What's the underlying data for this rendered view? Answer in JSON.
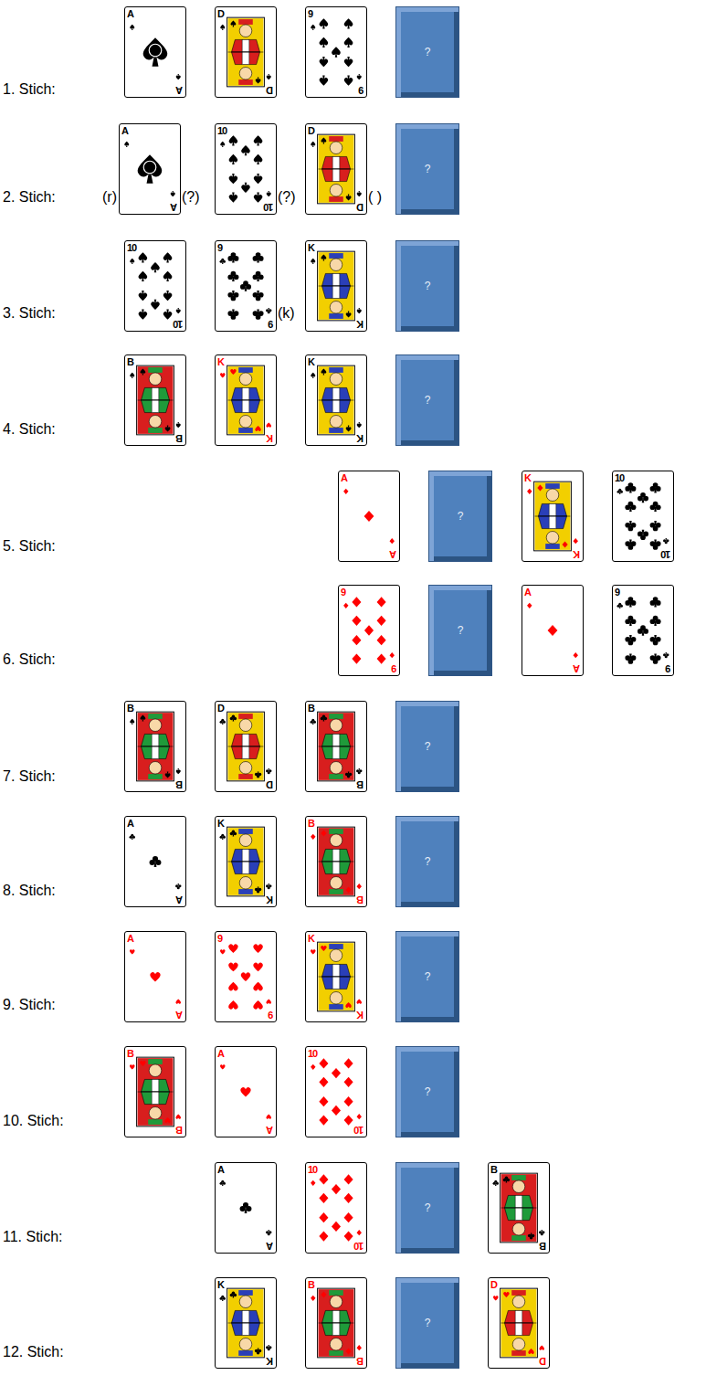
{
  "diagram": {
    "nodes": [
      {
        "text": [
          "A",
          "A"
        ]
      },
      {
        "text": [
          "D",
          "D"
        ]
      },
      {
        "text": [
          "9",
          "9"
        ]
      },
      {
        "text": [
          "?"
        ]
      },
      {
        "text": [
          "A",
          "A"
        ]
      },
      {
        "text": [
          "10",
          "10"
        ]
      },
      {
        "text": [
          "D",
          "D"
        ]
      },
      {
        "text": [
          "?"
        ]
      },
      {
        "text": [
          "10",
          "10"
        ]
      },
      {
        "text": [
          "9",
          "9"
        ]
      },
      {
        "text": [
          "K",
          "K"
        ]
      },
      {
        "text": [
          "?"
        ]
      },
      {
        "text": [
          "B",
          "B"
        ]
      },
      {
        "text": [
          "K",
          "K"
        ]
      },
      {
        "text": [
          "K",
          "K"
        ]
      },
      {
        "text": [
          "?"
        ]
      },
      {
        "text": [
          "A",
          "A"
        ]
      },
      {
        "text": [
          "?"
        ]
      },
      {
        "text": [
          "K",
          "K"
        ]
      },
      {
        "text": [
          "10",
          "10"
        ]
      },
      {
        "text": [
          "9",
          "9"
        ]
      },
      {
        "text": [
          "?"
        ]
      },
      {
        "text": [
          "A",
          "A"
        ]
      },
      {
        "text": [
          "9",
          "9"
        ]
      },
      {
        "text": [
          "B",
          "B"
        ]
      },
      {
        "text": [
          "D",
          "D"
        ]
      },
      {
        "text": [
          "B",
          "B"
        ]
      },
      {
        "text": [
          "?"
        ]
      },
      {
        "text": [
          "A",
          "A"
        ]
      },
      {
        "text": [
          "K",
          "K"
        ]
      },
      {
        "text": [
          "B",
          "B"
        ]
      },
      {
        "text": [
          "?"
        ]
      },
      {
        "text": [
          "A",
          "A"
        ]
      },
      {
        "text": [
          "9",
          "9"
        ]
      },
      {
        "text": [
          "K",
          "K"
        ]
      },
      {
        "text": [
          "?"
        ]
      },
      {
        "text": [
          "B",
          "B"
        ]
      },
      {
        "text": [
          "A",
          "A"
        ]
      },
      {
        "text": [
          "10",
          "10"
        ]
      },
      {
        "text": [
          "?"
        ]
      },
      {
        "text": [
          "A",
          "A"
        ]
      },
      {
        "text": [
          "10",
          "10"
        ]
      },
      {
        "text": [
          "?"
        ]
      },
      {
        "text": [
          "B",
          "B"
        ]
      },
      {
        "text": [
          "K",
          "K"
        ]
      },
      {
        "text": [
          "B",
          "B"
        ]
      },
      {
        "text": [
          "?"
        ]
      },
      {
        "text": [
          "D",
          "D"
        ]
      }
    ],
    "labels": [
      "1. Stich:",
      "2. Stich:",
      "(r)",
      "(?)",
      "(?)",
      "( )",
      "3. Stich:",
      "(k)",
      "4. Stich:",
      "5. Stich:",
      "6. Stich:",
      "7. Stich:",
      "8. Stich:",
      "9. Stich:",
      "10. Stich:",
      "11. Stich:",
      "12. Stich:"
    ]
  }
}
